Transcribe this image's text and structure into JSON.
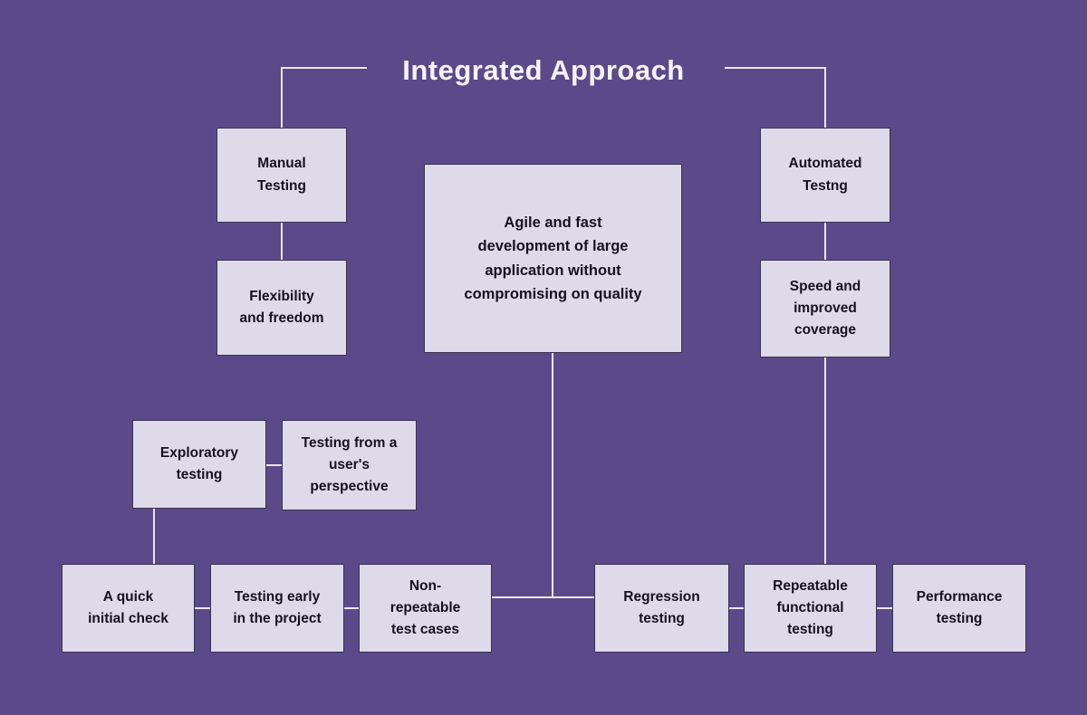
{
  "title": "Integrated Approach",
  "colors": {
    "background": "#5b4a8a",
    "box_fill": "#dedae9",
    "box_border": "#393252",
    "line": "#e9e6f3",
    "node_text": "#15121f",
    "title_text": "#f5f3fb"
  },
  "nodes": {
    "manual_testing": "Manual\nTesting",
    "flexibility": "Flexibility\nand freedom",
    "center": "Agile and fast\ndevelopment of large\napplication without\ncompromising on quality",
    "automated_testing": "Automated\nTestng",
    "speed_coverage": "Speed and\nimproved\ncoverage",
    "exploratory": "Exploratory\ntesting",
    "user_perspective": "Testing from a\nuser's\nperspective",
    "quick_check": "A quick\ninitial check",
    "testing_early": "Testing early\nin the project",
    "non_repeatable": "Non-\nrepeatable\ntest cases",
    "regression": "Regression\ntesting",
    "repeatable_functional": "Repeatable\nfunctional\ntesting",
    "performance": "Performance\ntesting"
  }
}
